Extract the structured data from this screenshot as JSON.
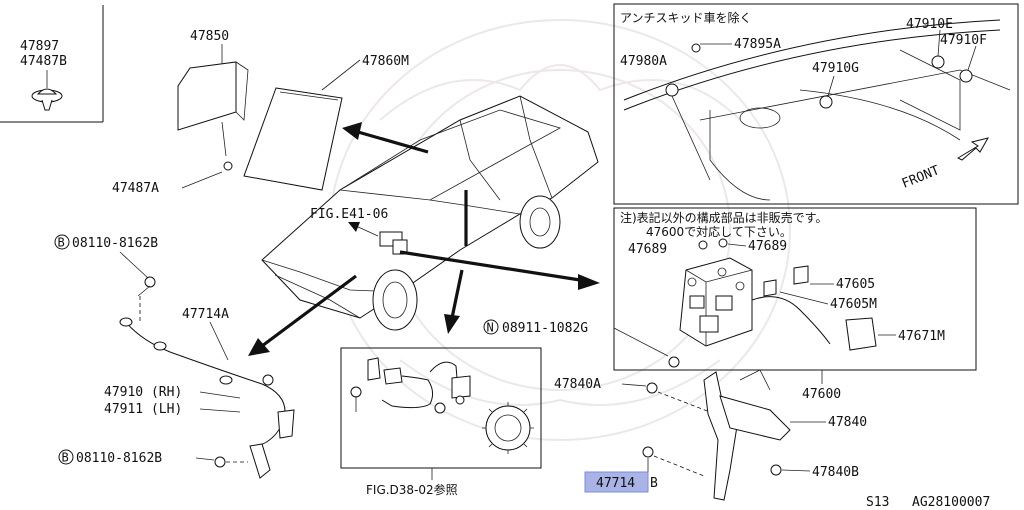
{
  "diagram": {
    "labels": {
      "p47897": "47897",
      "p47487B": "47487B",
      "p47850": "47850",
      "p47860M": "47860M",
      "p47487A": "47487A",
      "fig_e41": "FIG.E41-06",
      "bolt_top": "08110-8162B",
      "bolt_bottom": "08110-8162B",
      "p47714A": "47714A",
      "p47910": "47910 (RH)",
      "p47911": "47911 (LH)",
      "fig_d38": "FIG.D38-02参照",
      "nut": "08911-1082G",
      "p47840A": "47840A",
      "p47840": "47840",
      "p47840B": "47840B",
      "p47714B_hl": "47714",
      "p47714B_tail": "B",
      "p47600": "47600",
      "p47671M": "47671M",
      "p47605": "47605",
      "p47605M": "47605M",
      "p47689_l": "47689",
      "p47689_r": "47689",
      "note_line1": "注)表記以外の構成部品は非販売です。",
      "note_line2": "47600で対応して下さい。",
      "anti_skid_note": "アンチスキッド車を除く",
      "p47980A": "47980A",
      "p47895A": "47895A",
      "p47910G": "47910G",
      "p47910E": "47910E",
      "p47910F": "47910F",
      "front": "FRONT",
      "code_s13": "S13",
      "code_ag": "AG28100007"
    },
    "badges": {
      "b": "B",
      "n": "N"
    },
    "highlight_color": "#a9b3e6"
  }
}
